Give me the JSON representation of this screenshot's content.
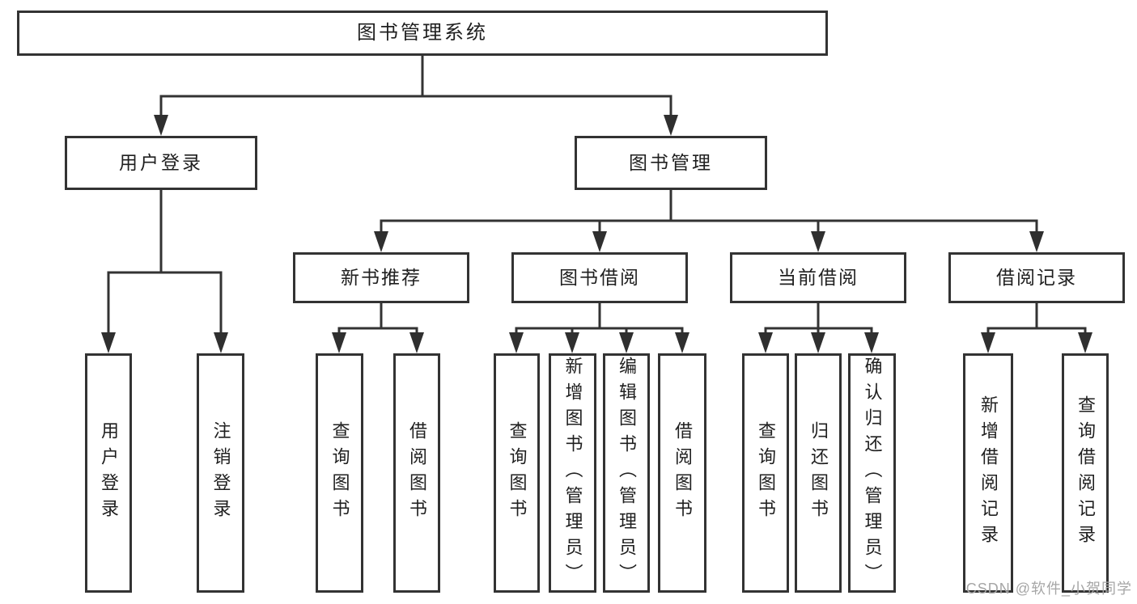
{
  "tree": {
    "root": {
      "label": "图书管理系统",
      "children": [
        {
          "label": "用户登录",
          "children": [
            {
              "label": "用户登录"
            },
            {
              "label": "注销登录"
            }
          ]
        },
        {
          "label": "图书管理",
          "children": [
            {
              "label": "新书推荐",
              "children": [
                {
                  "label": "查询图书"
                },
                {
                  "label": "借阅图书"
                }
              ]
            },
            {
              "label": "图书借阅",
              "children": [
                {
                  "label": "查询图书"
                },
                {
                  "label": "新增图书（管理员）"
                },
                {
                  "label": "编辑图书（管理员）"
                },
                {
                  "label": "借阅图书"
                }
              ]
            },
            {
              "label": "当前借阅",
              "children": [
                {
                  "label": "查询图书"
                },
                {
                  "label": "归还图书"
                },
                {
                  "label": "确认归还（管理员）"
                }
              ]
            },
            {
              "label": "借阅记录",
              "children": [
                {
                  "label": "新增借阅记录"
                },
                {
                  "label": "查询借阅记录"
                }
              ]
            }
          ]
        }
      ]
    }
  },
  "watermark": {
    "text": "CSDN @软件_小贺同学"
  },
  "colors": {
    "line": "#333333",
    "arrow": "#2f2f2f",
    "text": "#1f1f1f",
    "background": "#ffffff",
    "watermark": "#a6a6a6"
  }
}
